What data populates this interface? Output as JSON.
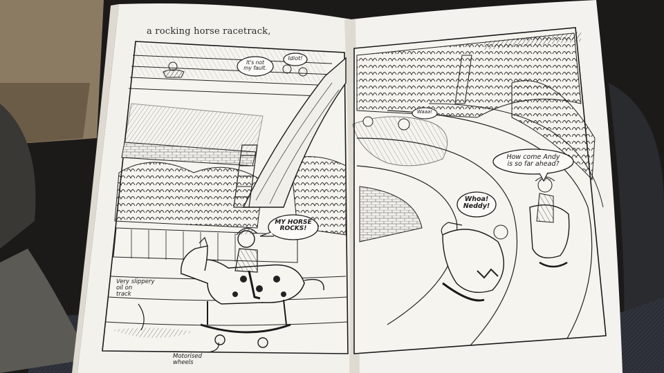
{
  "page": {
    "caption": "a rocking horse racetrack,"
  },
  "speech": {
    "not_my_fault": "It's not\nmy fault.",
    "idiot": "Idiot!",
    "my_horse_rocks": "MY HORSE\nROCKS!",
    "waaa": "Waaa!",
    "whoa_neddy": "Whoa!\nNeddy!",
    "how_come": "How come Andy\nis so far ahead?"
  },
  "notes": {
    "slippery_oil": "Very slippery\noil on\ntrack",
    "motorised_wheels": "Motorised\nwheels"
  },
  "colors": {
    "background": "#1c1a19",
    "paper": "#f3f1ec",
    "ink": "#1a1a1a",
    "leg": "#2b2e35"
  }
}
